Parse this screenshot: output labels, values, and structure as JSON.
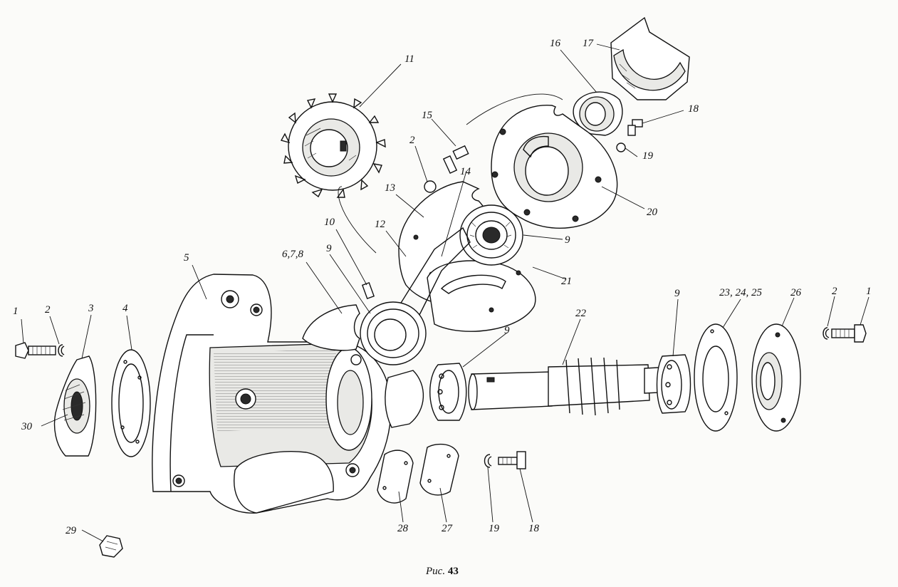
{
  "caption": {
    "prefix": "Рис.",
    "number": "43"
  },
  "labels": {
    "l1a": "1",
    "l2a": "2",
    "l3": "3",
    "l4": "4",
    "l5": "5",
    "l30": "30",
    "l29": "29",
    "l678": "6,7,8",
    "l9a": "9",
    "l10": "10",
    "l11": "11",
    "l12": "12",
    "l13": "13",
    "l14": "14",
    "l15": "15",
    "l2b": "2",
    "l16": "16",
    "l17": "17",
    "l18a": "18",
    "l19a": "19",
    "l20": "20",
    "l9b": "9",
    "l21": "21",
    "l9c": "9",
    "l22": "22",
    "l9d": "9",
    "l232425": "23, 24, 25",
    "l26": "26",
    "l2c": "2",
    "l1b": "1",
    "l28": "28",
    "l27": "27",
    "l19b": "19",
    "l18b": "18"
  }
}
